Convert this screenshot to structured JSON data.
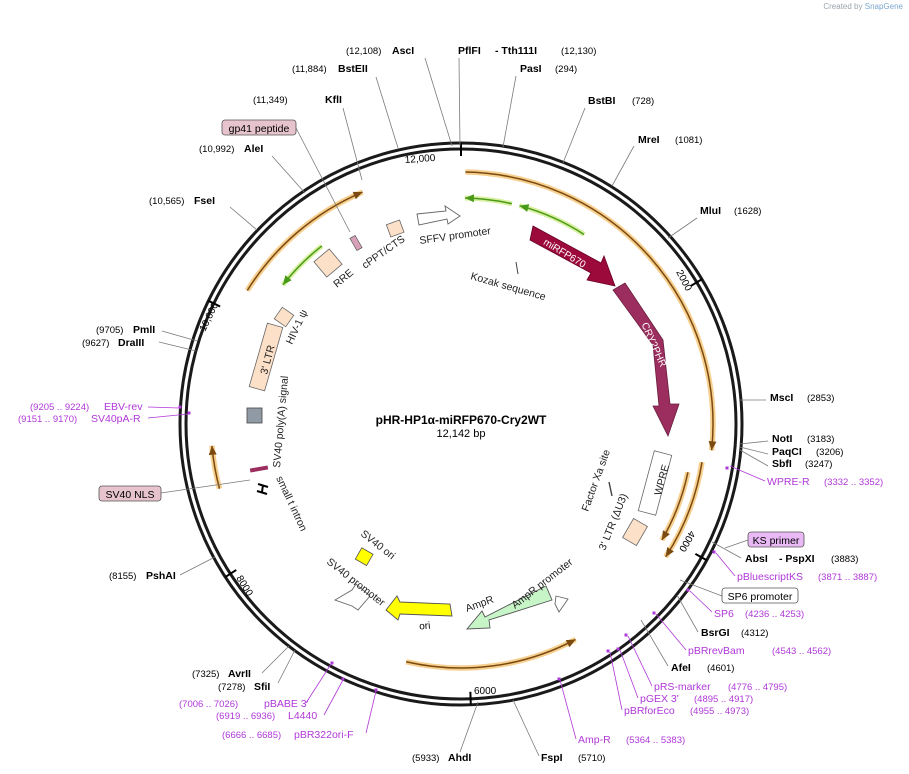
{
  "credit": {
    "prefix": "Created by",
    "brand": "SnapGene"
  },
  "plasmid": {
    "name": "pHR-HP1α-miRFP670-Cry2WT",
    "size": "12,142 bp"
  },
  "ticks": [
    "12,000",
    "2000",
    "4000",
    "6000",
    "8000",
    "10,000"
  ],
  "enzymes": [
    {
      "name": "AscI",
      "pos": "(12,108)"
    },
    {
      "name": "PflFI",
      "pos": ""
    },
    {
      "name": "- Tth111I",
      "pos": "(12,130)"
    },
    {
      "name": "PasI",
      "pos": "(294)"
    },
    {
      "name": "BstBI",
      "pos": "(728)"
    },
    {
      "name": "MreI",
      "pos": "(1081)"
    },
    {
      "name": "MluI",
      "pos": "(1628)"
    },
    {
      "name": "MscI",
      "pos": "(2853)"
    },
    {
      "name": "NotI",
      "pos": "(3183)"
    },
    {
      "name": "PaqCI",
      "pos": "(3206)"
    },
    {
      "name": "SbfI",
      "pos": "(3247)"
    },
    {
      "name": "AbsI",
      "pos": ""
    },
    {
      "name": "- PspXI",
      "pos": "(3883)"
    },
    {
      "name": "BsrGI",
      "pos": "(4312)"
    },
    {
      "name": "AfeI",
      "pos": "(4601)"
    },
    {
      "name": "FspI",
      "pos": "(5710)"
    },
    {
      "name": "AhdI",
      "pos": "(5933)"
    },
    {
      "name": "SfiI",
      "pos": "(7278)"
    },
    {
      "name": "AvrII",
      "pos": "(7325)"
    },
    {
      "name": "PshAI",
      "pos": "(8155)"
    },
    {
      "name": "DraIII",
      "pos": "(9627)"
    },
    {
      "name": "PmlI",
      "pos": "(9705)"
    },
    {
      "name": "FseI",
      "pos": "(10,565)"
    },
    {
      "name": "AleI",
      "pos": "(10,992)"
    },
    {
      "name": "KflI",
      "pos": "(11,349)"
    },
    {
      "name": "BstEII",
      "pos": "(11,884)"
    }
  ],
  "primers": [
    {
      "name": "WPRE-R",
      "pos": "(3332 .. 3352)"
    },
    {
      "name": "pBluescriptKS",
      "pos": "(3871 .. 3887)"
    },
    {
      "name": "SP6",
      "pos": "(4236 .. 4253)"
    },
    {
      "name": "pBRrevBam",
      "pos": "(4543 .. 4562)"
    },
    {
      "name": "pRS-marker",
      "pos": "(4776 .. 4795)"
    },
    {
      "name": "pGEX 3'",
      "pos": "(4895 .. 4917)"
    },
    {
      "name": "pBRforEco",
      "pos": "(4955 .. 4973)"
    },
    {
      "name": "Amp-R",
      "pos": "(5364 .. 5383)"
    },
    {
      "name": "pBR322ori-F",
      "pos": "(6666 .. 6685)"
    },
    {
      "name": "L4440",
      "pos": "(6919 .. 6936)"
    },
    {
      "name": "pBABE 3'",
      "pos": "(7006 .. 7026)"
    },
    {
      "name": "SV40pA-R",
      "pos": "(9151 .. 9170)"
    },
    {
      "name": "EBV-rev",
      "pos": "(9205 .. 9224)"
    }
  ],
  "boxed_labels": {
    "ks_primer": "KS primer",
    "sp6_promoter": "SP6 promoter",
    "gp41": "gp41 peptide",
    "sv40_nls": "SV40 NLS"
  },
  "features": {
    "mirfp670": "miRFP670",
    "cry2phr": "CRY2PHR",
    "sffv": "SFFV promoter",
    "kozak": "Kozak sequence",
    "cppt": "cPPT/CTS",
    "rre": "RRE",
    "hiv": "HIV-1 ψ",
    "ltr5": "3' LTR",
    "sv40polya": "SV40 poly(A) signal",
    "small_t": "small t intron",
    "sv40ori": "SV40 ori",
    "sv40prom": "SV40 promoter",
    "ori": "ori",
    "ampr": "AmpR",
    "ampr_prom": "AmpR promoter",
    "ltr3": "3' LTR (ΔU3)",
    "wpre": "WPRE",
    "factorxa": "Factor Xa site"
  },
  "colors": {
    "backbone": "#1a1a1a",
    "orf_arrow": "#f0a640",
    "green_arrow": "#4a9a1a",
    "mirfp670": "#9b0a3a",
    "cry2phr": "#9b2e5e",
    "ori": "#ffff00",
    "ampr": "#c8f5c8",
    "ltr": "#fde0c8",
    "primer": "#b038d8"
  }
}
